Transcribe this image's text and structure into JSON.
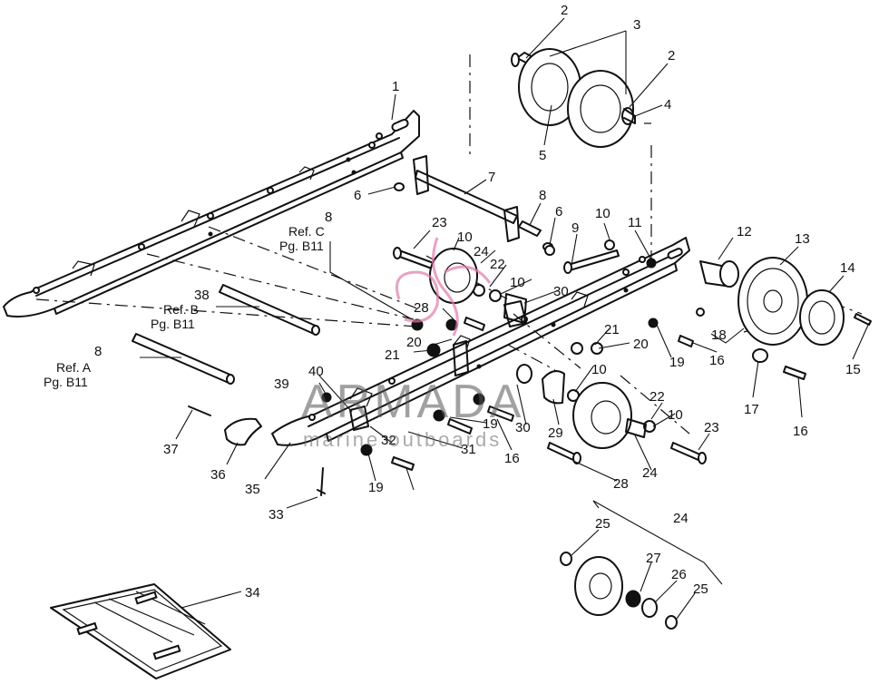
{
  "diagram": {
    "callouts": [
      "1",
      "2",
      "2",
      "3",
      "4",
      "5",
      "6",
      "6",
      "7",
      "8",
      "8",
      "9",
      "10",
      "10",
      "10",
      "10",
      "10",
      "11",
      "12",
      "13",
      "14",
      "15",
      "16",
      "16",
      "16",
      "17",
      "18",
      "19",
      "19",
      "19",
      "20",
      "20",
      "21",
      "21",
      "22",
      "22",
      "23",
      "23",
      "24",
      "24",
      "24",
      "25",
      "25",
      "26",
      "27",
      "28",
      "28",
      "29",
      "30",
      "30",
      "31",
      "32",
      "33",
      "34",
      "35",
      "36",
      "37",
      "38",
      "39",
      "40"
    ],
    "references": {
      "ref_c": [
        "Ref. C",
        "Pg. B11"
      ],
      "ref_b": [
        "Ref. B",
        "Pg. B11"
      ],
      "ref_a": [
        "Ref. A",
        "Pg. B11"
      ]
    },
    "watermark": {
      "brand": "ARMADA",
      "tagline": "marine outboards"
    }
  }
}
